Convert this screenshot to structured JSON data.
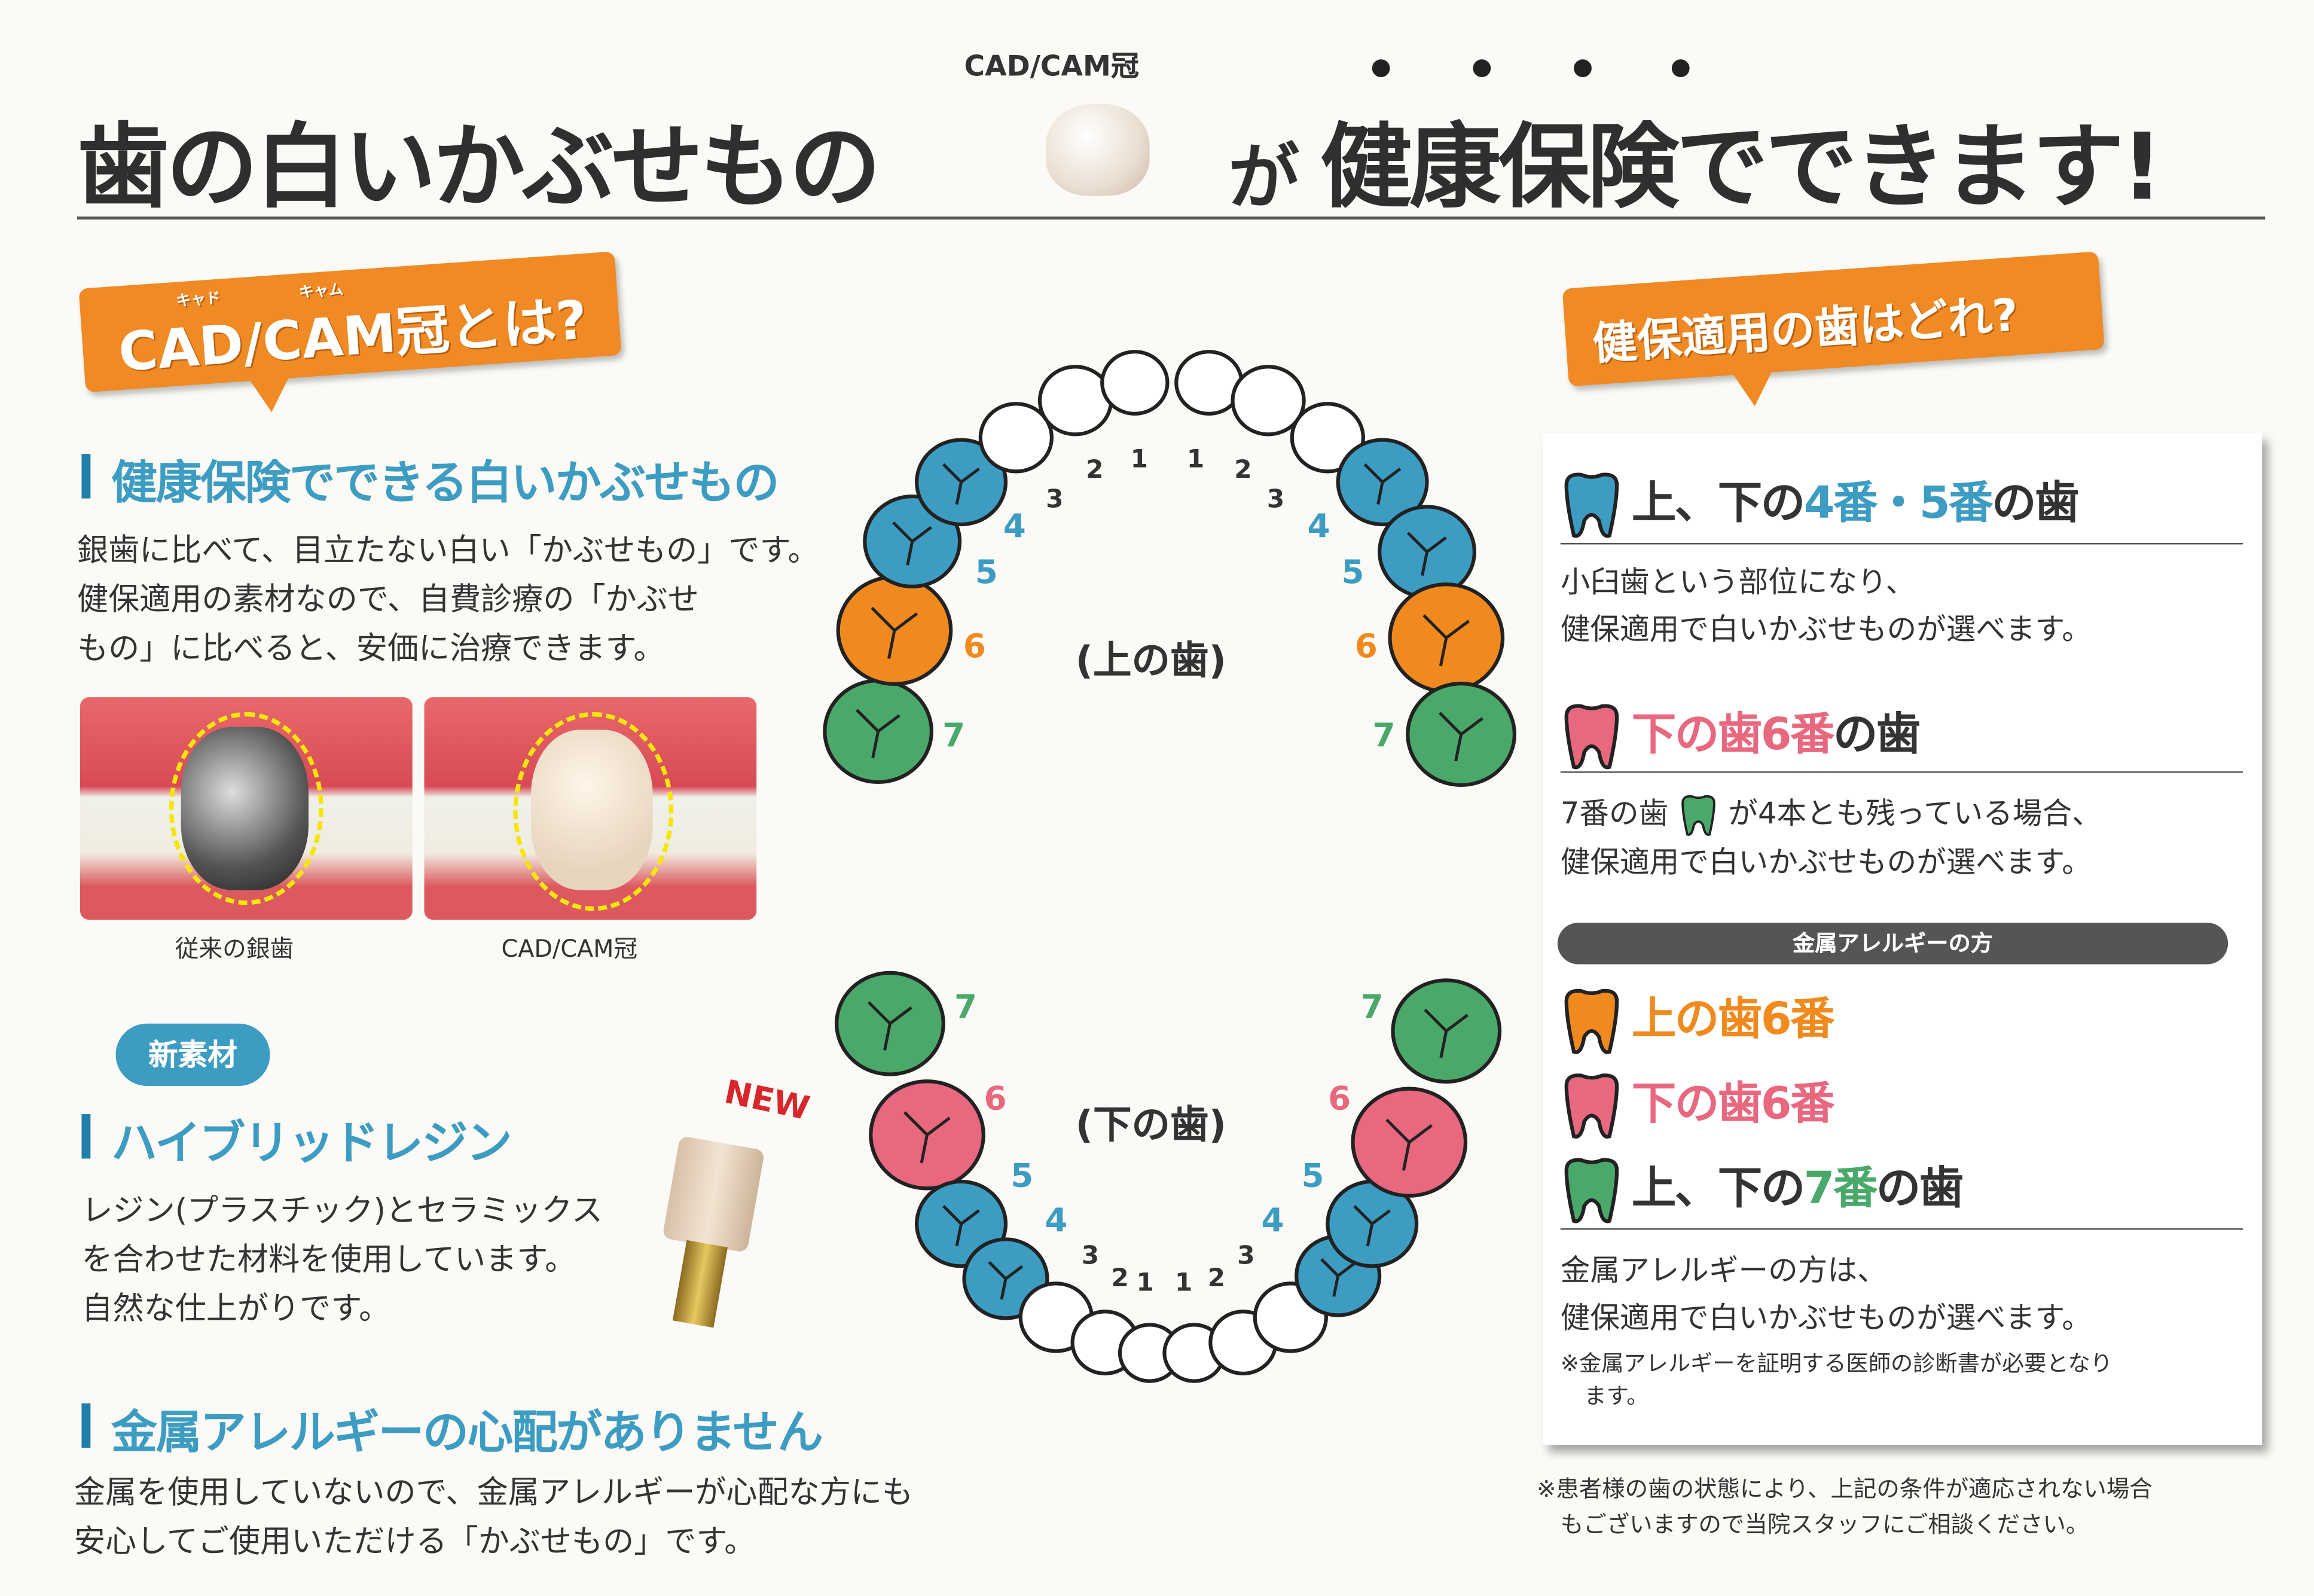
{
  "header": {
    "title_part1": "歯の白いかぶせもの",
    "title_part2": "が",
    "title_part3": "健康保険でできます!",
    "crown_label": "CAD/CAM冠"
  },
  "left": {
    "bubble_label": "CAD/CAM冠とは?",
    "bubble_ruby_cad": "キャド",
    "bubble_ruby_cam": "キャム",
    "section1_title": "健康保険でできる白いかぶせもの",
    "section1_lines": [
      "銀歯に比べて、目立たない白い「かぶせもの」です。",
      "健保適用の素材なので、自費診療の「かぶせ",
      "もの」に比べると、安価に治療できます。"
    ],
    "photo1_caption": "従来の銀歯",
    "photo2_caption": "CAD/CAM冠",
    "new_material_badge": "新素材",
    "new_label": "NEW",
    "section2_title": "ハイブリッドレジン",
    "section2_lines": [
      "レジン(プラスチック)とセラミックス",
      "を合わせた材料を使用しています。",
      "自然な仕上がりです。"
    ],
    "section3_title": "金属アレルギーの心配がありません",
    "section3_lines": [
      "金属を使用していないので、金属アレルギーが心配な方にも",
      "安心してご使用いただける「かぶせもの」です。"
    ]
  },
  "diagram": {
    "upper_label": "(上の歯)",
    "lower_label": "(下の歯)",
    "upper_left": [
      {
        "n": "7",
        "c": "green"
      },
      {
        "n": "6",
        "c": "orange"
      },
      {
        "n": "5",
        "c": "blue"
      },
      {
        "n": "4",
        "c": "blue"
      },
      {
        "n": "3",
        "c": "white"
      },
      {
        "n": "2",
        "c": "white"
      },
      {
        "n": "1",
        "c": "white"
      }
    ],
    "upper_right": [
      {
        "n": "1",
        "c": "white"
      },
      {
        "n": "2",
        "c": "white"
      },
      {
        "n": "3",
        "c": "white"
      },
      {
        "n": "4",
        "c": "blue"
      },
      {
        "n": "5",
        "c": "blue"
      },
      {
        "n": "6",
        "c": "orange"
      },
      {
        "n": "7",
        "c": "green"
      }
    ],
    "lower_left": [
      {
        "n": "7",
        "c": "green"
      },
      {
        "n": "6",
        "c": "pink"
      },
      {
        "n": "5",
        "c": "blue"
      },
      {
        "n": "4",
        "c": "blue"
      },
      {
        "n": "3",
        "c": "white"
      },
      {
        "n": "2",
        "c": "white"
      },
      {
        "n": "1",
        "c": "white"
      }
    ],
    "lower_right": [
      {
        "n": "1",
        "c": "white"
      },
      {
        "n": "2",
        "c": "white"
      },
      {
        "n": "3",
        "c": "white"
      },
      {
        "n": "4",
        "c": "blue"
      },
      {
        "n": "5",
        "c": "blue"
      },
      {
        "n": "6",
        "c": "pink"
      },
      {
        "n": "7",
        "c": "green"
      }
    ]
  },
  "colors": {
    "blue": "#3d9cc2",
    "orange": "#f08a1e",
    "green": "#4aa96a",
    "pink": "#e8687f",
    "white": "#ffffff",
    "num_blue": "#3d9cc2",
    "num_orange": "#f08a1e",
    "num_green": "#4aa96a",
    "num_pink": "#e8687f",
    "num_white": "#333333"
  },
  "right": {
    "bubble_label": "健保適用の歯はどれ?",
    "item1_pre": "上、下の",
    "item1_hl": "4番・5番",
    "item1_post": "の歯",
    "item1_lines": [
      "小臼歯という部位になり、",
      "健保適用で白いかぶせものが選べます。"
    ],
    "item2_hl": "下の歯6番",
    "item2_post": "の歯",
    "item2_line1_pre": "7番の歯",
    "item2_line1_post": "が4本とも残っている場合、",
    "item2_line2": "健保適用で白いかぶせものが選べます。",
    "allergy_bar": "金属アレルギーの方",
    "allergy_items": [
      "上の歯6番",
      "下の歯6番"
    ],
    "allergy_item3_pre": "上、下の",
    "allergy_item3_hl": "7番",
    "allergy_item3_post": "の歯",
    "allergy_lines": [
      "金属アレルギーの方は、",
      "健保適用で白いかぶせものが選べます。"
    ],
    "allergy_note": [
      "※金属アレルギーを証明する医師の診断書が必要となり",
      "ます。"
    ],
    "footnote": [
      "※患者様の歯の状態により、上記の条件が適応されない場合",
      "もございますので当院スタッフにご相談ください。"
    ]
  }
}
